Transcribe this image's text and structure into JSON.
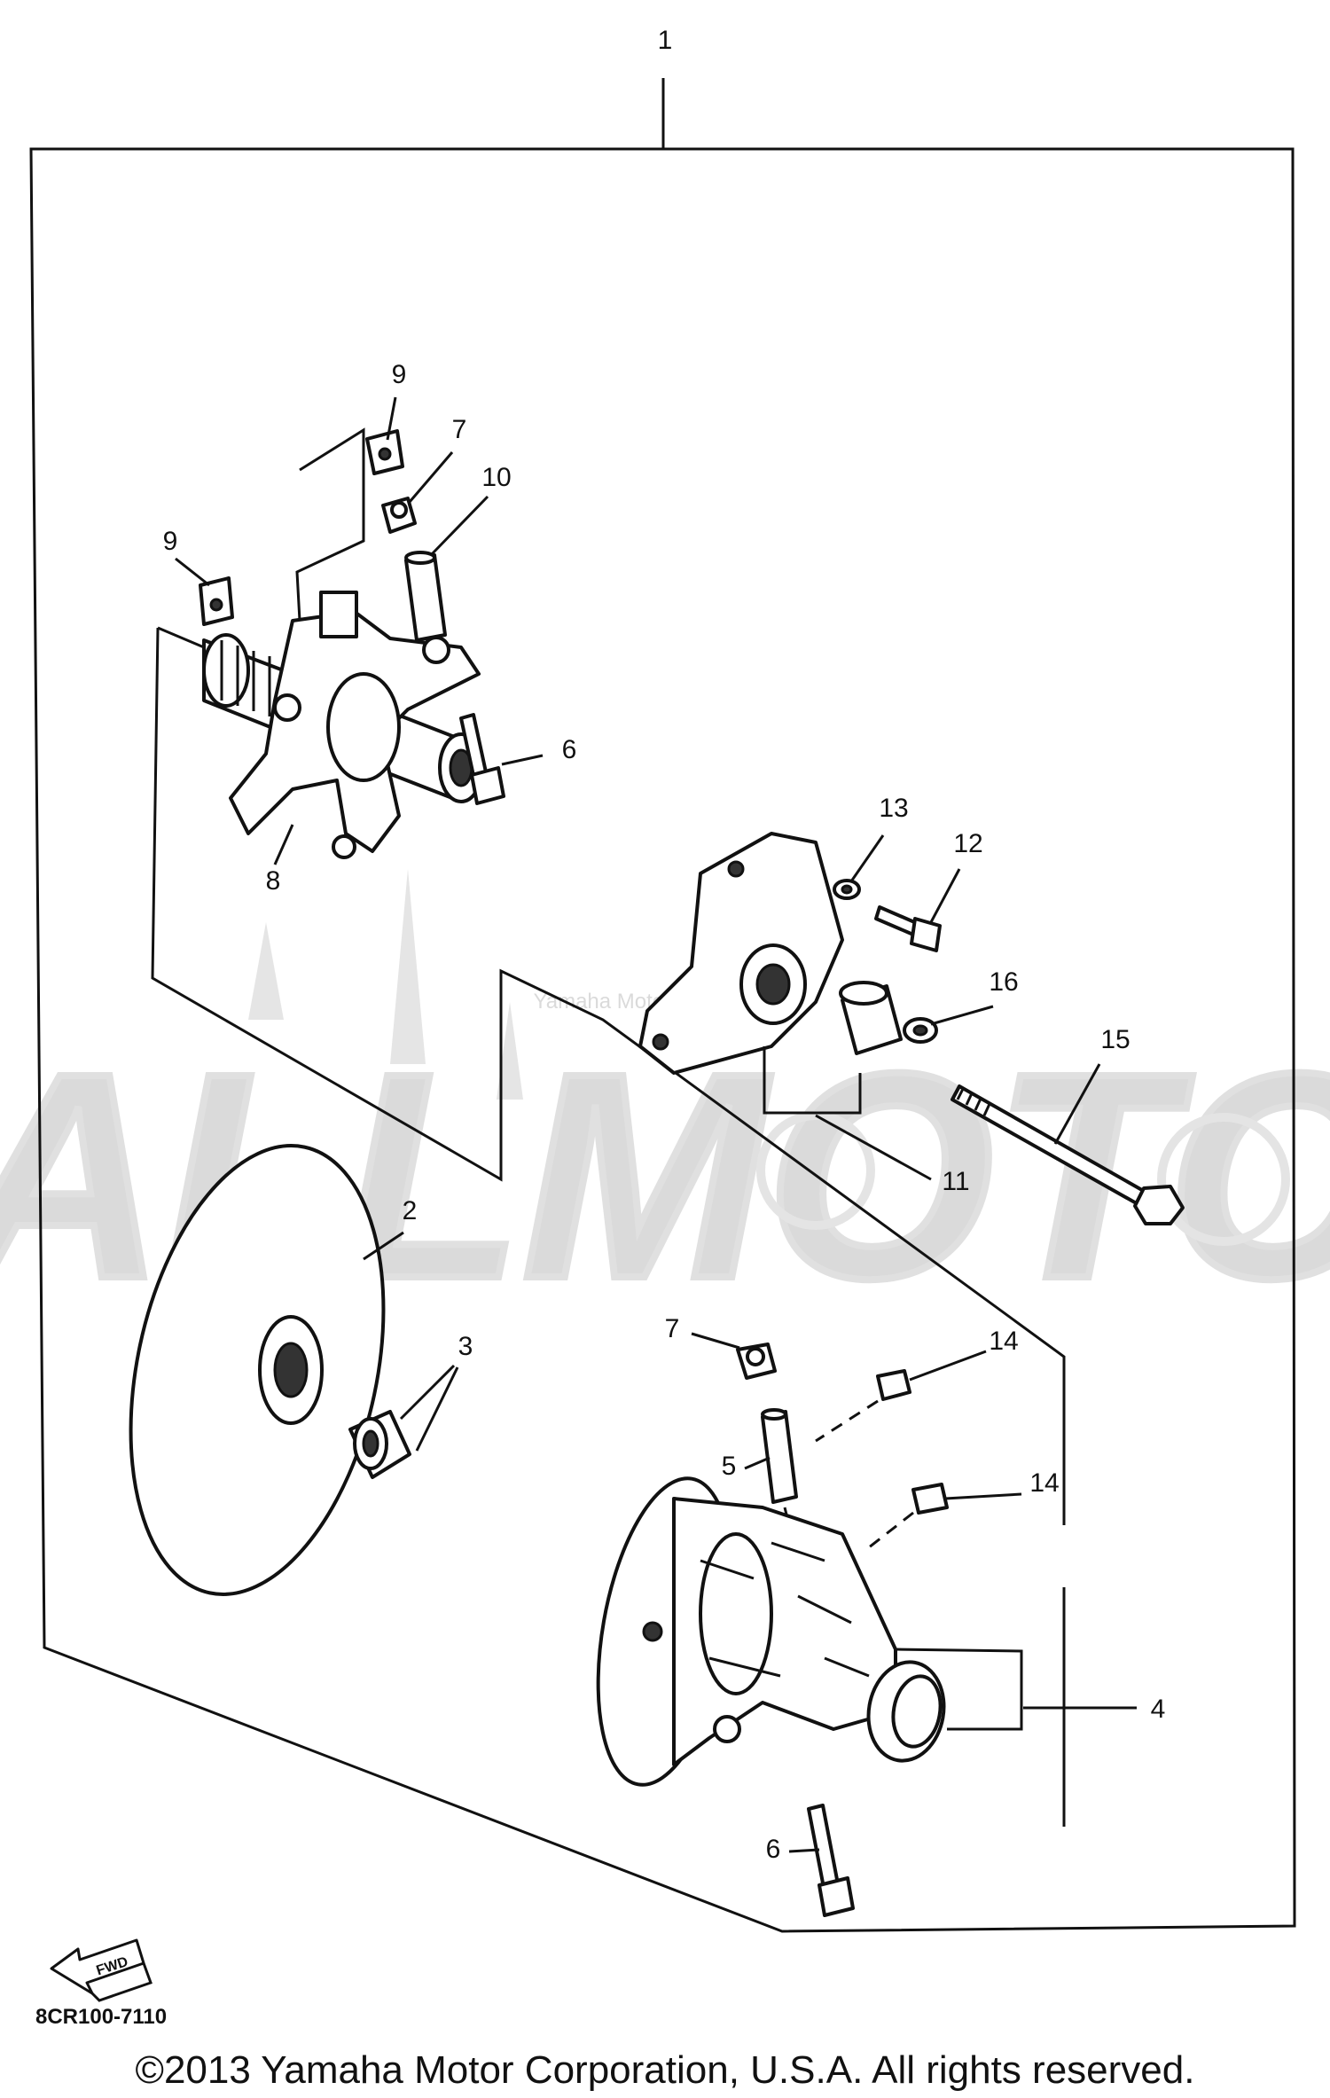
{
  "callouts": {
    "c1": "1",
    "c2": "2",
    "c3": "3",
    "c4": "4",
    "c5": "5",
    "c6a": "6",
    "c6b": "6",
    "c7a": "7",
    "c7b": "7",
    "c8": "8",
    "c9a": "9",
    "c9b": "9",
    "c10": "10",
    "c11": "11",
    "c12": "12",
    "c13": "13",
    "c14a": "14",
    "c14b": "14",
    "c15": "15",
    "c16": "16"
  },
  "fwd_label": "FWD",
  "diagram_code": "8CR100-7110",
  "watermark": {
    "logo_text": "ALLMOTO",
    "center_text": "Yamaha Motor Corp, U.S.A."
  },
  "copyright": "©2013 Yamaha Motor Corporation, U.S.A. All rights reserved."
}
